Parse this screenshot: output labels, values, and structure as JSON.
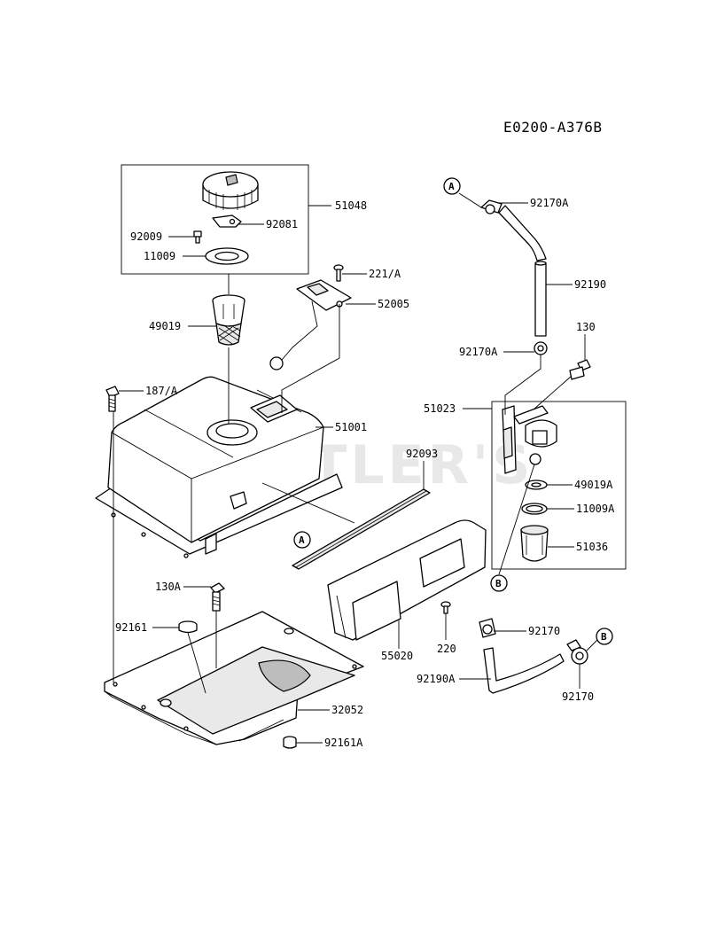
{
  "diagram_id": "E0200-A376B",
  "watermark": "BUTLER'S",
  "parts": {
    "p51048": "51048",
    "p92081": "92081",
    "p92009": "92009",
    "p11009": "11009",
    "p221A": "221/A",
    "p52005": "52005",
    "p49019": "49019",
    "p187A": "187/A",
    "p51001": "51001",
    "p92093": "92093",
    "p92170A_top": "92170A",
    "p92190": "92190",
    "p130": "130",
    "p92170A_mid": "92170A",
    "p51023": "51023",
    "p49019A": "49019A",
    "p11009A": "11009A",
    "p51036": "51036",
    "p130A": "130A",
    "p92161": "92161",
    "p220": "220",
    "p55020": "55020",
    "p92170_a": "92170",
    "p92190A": "92190A",
    "p92170_b": "92170",
    "p32052": "32052",
    "p92161A": "92161A"
  },
  "refs": {
    "a_top": "A",
    "a_tank": "A",
    "b_valve": "B",
    "b_hose": "B"
  }
}
